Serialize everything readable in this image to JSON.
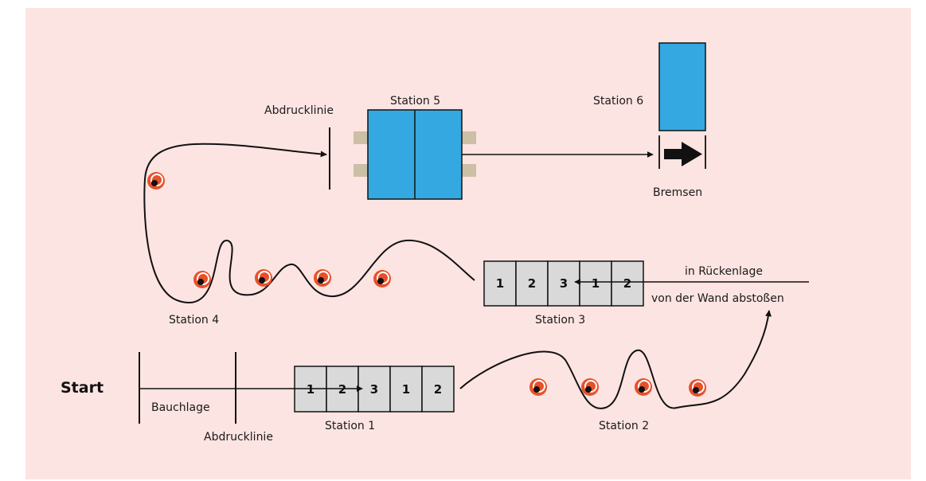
{
  "colors": {
    "background": "#fce4e2",
    "station_blue": "#34a9e1",
    "station_box_gray": "#d9d9d9",
    "marker_orange": "#e8502a",
    "handle_tan": "#cbbfa6",
    "line": "#111111"
  },
  "labels": {
    "start": "Start",
    "bauchlage": "Bauchlage",
    "abdrucklinie_bottom": "Abdrucklinie",
    "abdrucklinie_top": "Abdrucklinie",
    "station1": "Station 1",
    "station2": "Station 2",
    "station3": "Station 3",
    "station4": "Station 4",
    "station5": "Station 5",
    "station6": "Station 6",
    "bremsen": "Bremsen",
    "rueckenlage": "in Rückenlage",
    "abstossen": "von der Wand abstoßen"
  },
  "station1_cells": [
    "1",
    "2",
    "3",
    "1",
    "2"
  ],
  "station3_cells": [
    "1",
    "2",
    "3",
    "1",
    "2"
  ],
  "icons": {
    "marker": "swimmer-marker-icon",
    "arrow": "arrow-right-icon"
  }
}
